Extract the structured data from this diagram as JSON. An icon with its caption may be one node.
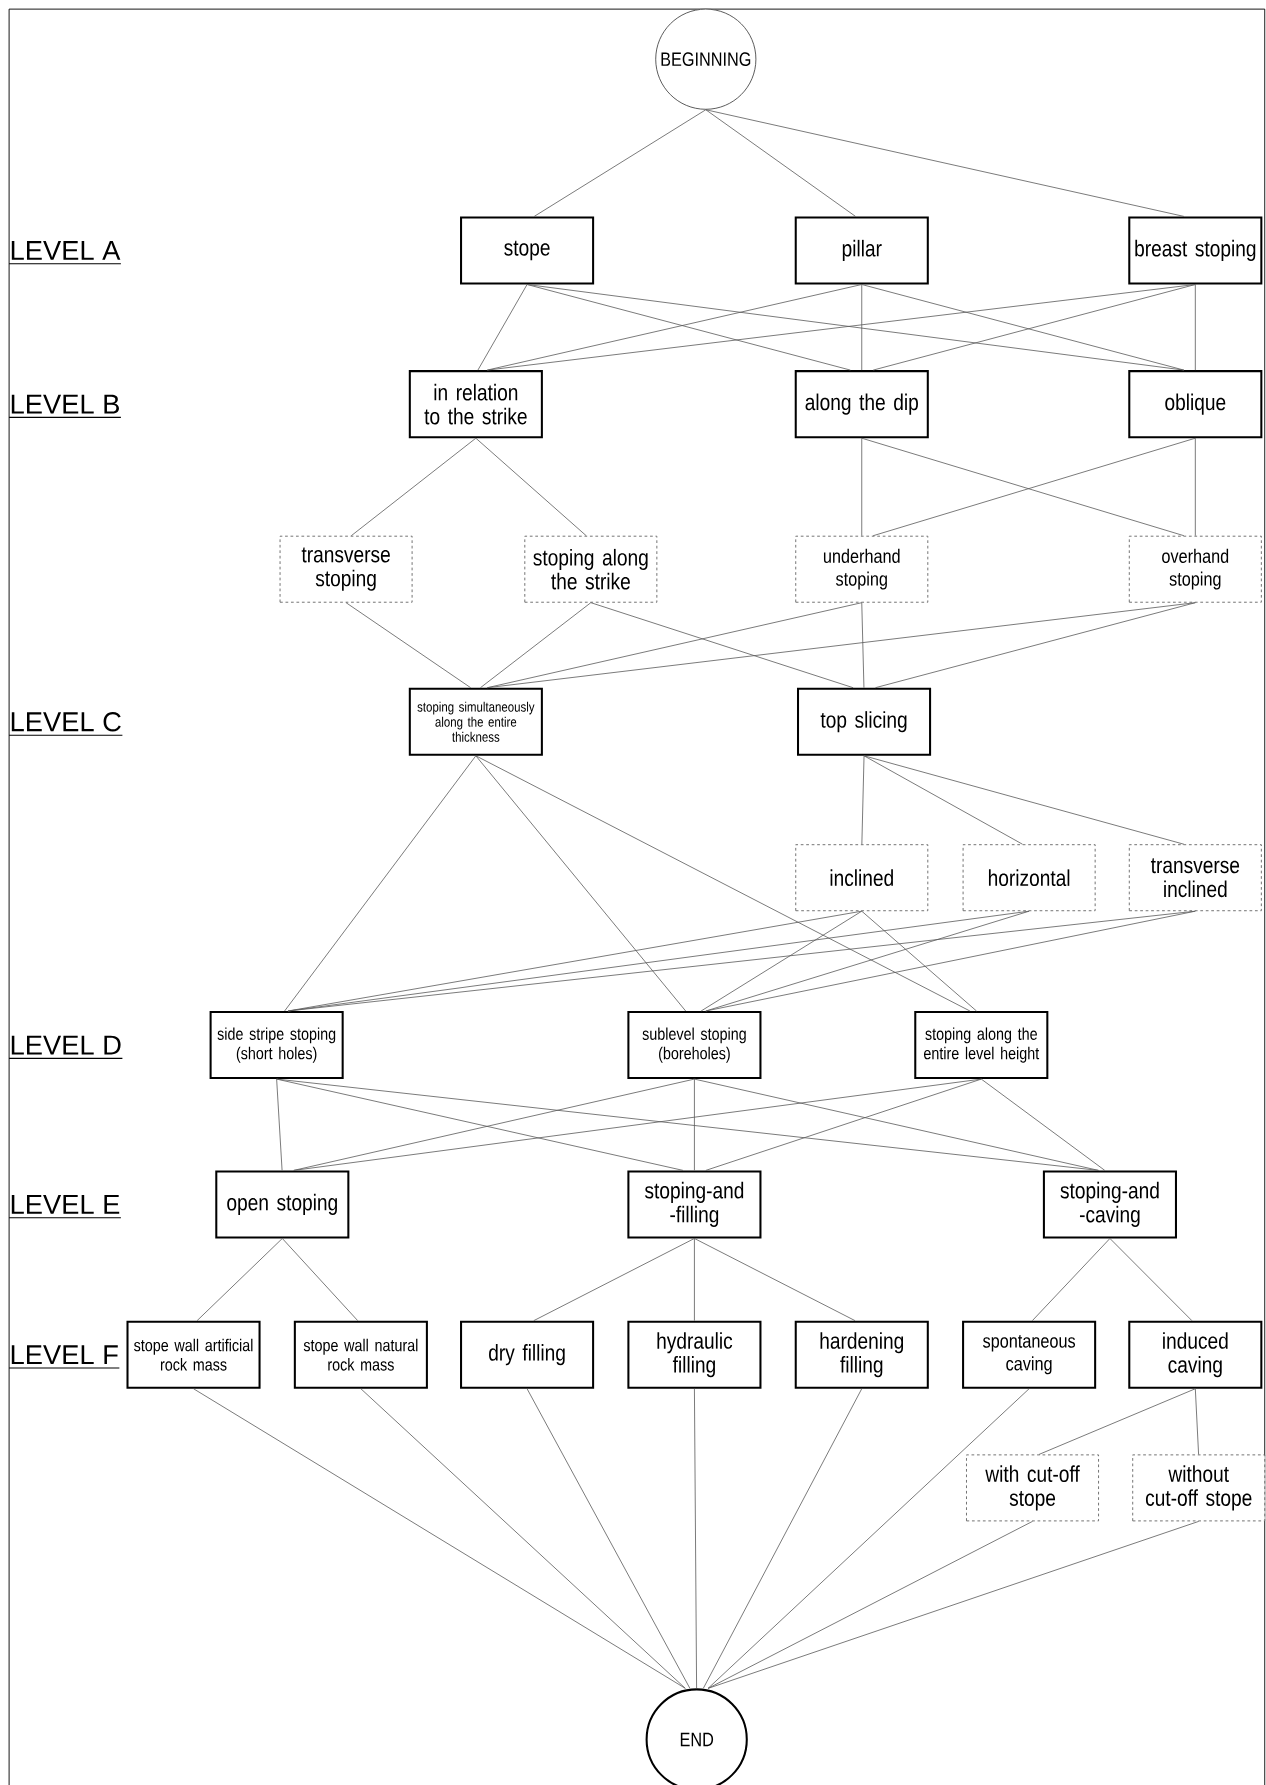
{
  "diagram": {
    "nodes": [
      {
        "text": [
          "BEGINNING"
        ]
      },
      {
        "text": [
          "stope"
        ]
      },
      {
        "text": [
          "pillar"
        ]
      },
      {
        "text": [
          "breast stoping"
        ]
      },
      {
        "text": [
          "in relation to the strike"
        ]
      },
      {
        "text": [
          "along the dip"
        ]
      },
      {
        "text": [
          "oblique"
        ]
      },
      {
        "text": [
          "transverse stoping"
        ]
      },
      {
        "text": [
          "stoping along the strike"
        ]
      },
      {
        "text": [
          "underhand stoping"
        ]
      },
      {
        "text": [
          "overhand stoping"
        ]
      },
      {
        "text": [
          "stoping simultaneously along the entire thickness"
        ]
      },
      {
        "text": [
          "top slicing"
        ]
      },
      {
        "text": [
          "inclined"
        ]
      },
      {
        "text": [
          "horizontal"
        ]
      },
      {
        "text": [
          "transverse inclined"
        ]
      },
      {
        "text": [
          "side stripe stoping (short holes)"
        ]
      },
      {
        "text": [
          "sublevel stoping (boreholes)"
        ]
      },
      {
        "text": [
          "stoping along the entire level height"
        ]
      },
      {
        "text": [
          "open stoping"
        ]
      },
      {
        "text": [
          "stoping-and -filling"
        ]
      },
      {
        "text": [
          "stoping-and -caving"
        ]
      },
      {
        "text": [
          "stope wall artificial rock mass"
        ]
      },
      {
        "text": [
          "stope wall natural rock mass"
        ]
      },
      {
        "text": [
          "dry filling"
        ]
      },
      {
        "text": [
          "hydraulic filling"
        ]
      },
      {
        "text": [
          "hardening filling"
        ]
      },
      {
        "text": [
          "spontaneous caving"
        ]
      },
      {
        "text": [
          "induced caving"
        ]
      },
      {
        "text": [
          "with cut-off stope"
        ]
      },
      {
        "text": [
          "without cut-off stope"
        ]
      },
      {
        "text": [
          "END"
        ]
      }
    ],
    "edges": [
      {
        "from": 0,
        "to": 1,
        "arrow": "none"
      },
      {
        "from": 0,
        "to": 2,
        "arrow": "none"
      },
      {
        "from": 0,
        "to": 3,
        "arrow": "none"
      },
      {
        "from": 1,
        "to": 4,
        "arrow": "none"
      },
      {
        "from": 1,
        "to": 5,
        "arrow": "none"
      },
      {
        "from": 1,
        "to": 6,
        "arrow": "none"
      },
      {
        "from": 2,
        "to": 4,
        "arrow": "none"
      },
      {
        "from": 2,
        "to": 5,
        "arrow": "none"
      },
      {
        "from": 2,
        "to": 6,
        "arrow": "none"
      },
      {
        "from": 3,
        "to": 4,
        "arrow": "none"
      },
      {
        "from": 3,
        "to": 5,
        "arrow": "none"
      },
      {
        "from": 3,
        "to": 6,
        "arrow": "none"
      },
      {
        "from": 4,
        "to": 7,
        "arrow": "none"
      },
      {
        "from": 4,
        "to": 8,
        "arrow": "none"
      },
      {
        "from": 5,
        "to": 9,
        "arrow": "none"
      },
      {
        "from": 5,
        "to": 10,
        "arrow": "none"
      },
      {
        "from": 6,
        "to": 9,
        "arrow": "none"
      },
      {
        "from": 6,
        "to": 10,
        "arrow": "none"
      },
      {
        "from": 7,
        "to": 11,
        "arrow": "none"
      },
      {
        "from": 8,
        "to": 11,
        "arrow": "none"
      },
      {
        "from": 8,
        "to": 12,
        "arrow": "none"
      },
      {
        "from": 9,
        "to": 11,
        "arrow": "none"
      },
      {
        "from": 9,
        "to": 12,
        "arrow": "none"
      },
      {
        "from": 10,
        "to": 11,
        "arrow": "none"
      },
      {
        "from": 10,
        "to": 12,
        "arrow": "none"
      },
      {
        "from": 12,
        "to": 13,
        "arrow": "none"
      },
      {
        "from": 12,
        "to": 14,
        "arrow": "none"
      },
      {
        "from": 12,
        "to": 15,
        "arrow": "none"
      },
      {
        "from": 11,
        "to": 16,
        "arrow": "none"
      },
      {
        "from": 11,
        "to": 17,
        "arrow": "none"
      },
      {
        "from": 11,
        "to": 18,
        "arrow": "none"
      },
      {
        "from": 13,
        "to": 16,
        "arrow": "none"
      },
      {
        "from": 13,
        "to": 17,
        "arrow": "none"
      },
      {
        "from": 13,
        "to": 18,
        "arrow": "none"
      },
      {
        "from": 14,
        "to": 16,
        "arrow": "none"
      },
      {
        "from": 14,
        "to": 17,
        "arrow": "none"
      },
      {
        "from": 15,
        "to": 16,
        "arrow": "none"
      },
      {
        "from": 15,
        "to": 17,
        "arrow": "none"
      },
      {
        "from": 16,
        "to": 19,
        "arrow": "none"
      },
      {
        "from": 16,
        "to": 20,
        "arrow": "none"
      },
      {
        "from": 16,
        "to": 21,
        "arrow": "none"
      },
      {
        "from": 17,
        "to": 19,
        "arrow": "none"
      },
      {
        "from": 17,
        "to": 20,
        "arrow": "none"
      },
      {
        "from": 17,
        "to": 21,
        "arrow": "none"
      },
      {
        "from": 18,
        "to": 19,
        "arrow": "none"
      },
      {
        "from": 18,
        "to": 20,
        "arrow": "none"
      },
      {
        "from": 18,
        "to": 21,
        "arrow": "none"
      },
      {
        "from": 19,
        "to": 22,
        "arrow": "none"
      },
      {
        "from": 19,
        "to": 23,
        "arrow": "none"
      },
      {
        "from": 20,
        "to": 24,
        "arrow": "none"
      },
      {
        "from": 20,
        "to": 25,
        "arrow": "none"
      },
      {
        "from": 20,
        "to": 26,
        "arrow": "none"
      },
      {
        "from": 21,
        "to": 27,
        "arrow": "none"
      },
      {
        "from": 21,
        "to": 28,
        "arrow": "none"
      },
      {
        "from": 28,
        "to": 29,
        "arrow": "none"
      },
      {
        "from": 28,
        "to": 30,
        "arrow": "none"
      },
      {
        "from": 22,
        "to": 31,
        "arrow": "none"
      },
      {
        "from": 23,
        "to": 31,
        "arrow": "none"
      },
      {
        "from": 24,
        "to": 31,
        "arrow": "none"
      },
      {
        "from": 25,
        "to": 31,
        "arrow": "none"
      },
      {
        "from": 26,
        "to": 31,
        "arrow": "none"
      },
      {
        "from": 27,
        "to": 31,
        "arrow": "none"
      },
      {
        "from": 29,
        "to": 31,
        "arrow": "none"
      },
      {
        "from": 30,
        "to": 31,
        "arrow": "none"
      }
    ],
    "labels": [
      "LEVEL A",
      "LEVEL B",
      "LEVEL C",
      "LEVEL D",
      "LEVEL E",
      "LEVEL F"
    ]
  }
}
